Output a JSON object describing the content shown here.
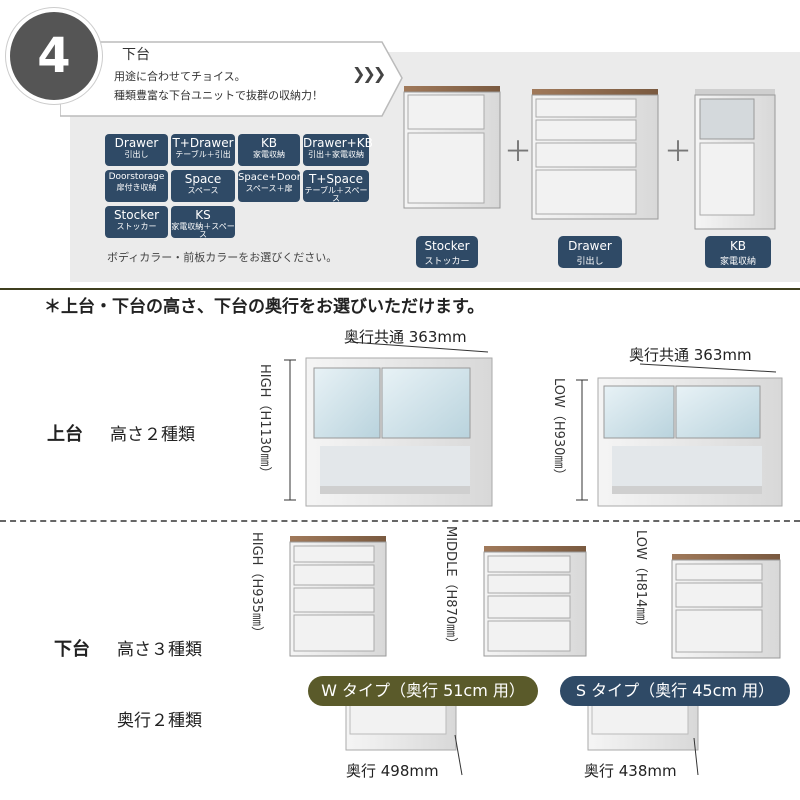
{
  "step": "4",
  "banner": {
    "title": "下台",
    "line1": "用途に合わせてチョイス。",
    "line2": "種類豊富な下台ユニットで抜群の収納力！",
    "chevrons": "❯❯❯"
  },
  "tags": [
    {
      "main": "Drawer",
      "sub": "引出し"
    },
    {
      "main": "T+Drawer",
      "sub": "テーブル＋引出"
    },
    {
      "main": "KB",
      "sub": "家電収納"
    },
    {
      "main": "Drawer+KB",
      "sub": "引出＋家電収納"
    },
    {
      "main": "Doorstorage",
      "sub": "扉付き収納"
    },
    {
      "main": "Space",
      "sub": "スペース"
    },
    {
      "main": "Space+Door",
      "sub": "スペース＋扉"
    },
    {
      "main": "T+Space",
      "sub": "テーブル＋スペース"
    },
    {
      "main": "Stocker",
      "sub": "ストッカー"
    },
    {
      "main": "KS",
      "sub": "家電収納＋スペース"
    }
  ],
  "hint": "ボディカラー・前板カラーをお選びください。",
  "units": [
    {
      "main": "Stocker",
      "sub": "ストッカー"
    },
    {
      "main": "Drawer",
      "sub": "引出し"
    },
    {
      "main": "KB",
      "sub": "家電収納"
    }
  ],
  "plus": "＋",
  "headline": "＊上台・下台の高さ、下台の奥行をお選びいただけます。",
  "upper": {
    "label": "上台",
    "sub": "高さ２種類",
    "depth_left": "奥行共通 363mm",
    "depth_right": "奥行共通 363mm",
    "high": "HIGH（H1130㎜）",
    "low": "LOW（H930㎜）"
  },
  "lower": {
    "label": "下台",
    "sub": "高さ３種類",
    "high": "HIGH（H935㎜）",
    "middle": "MIDDLE（H870㎜）",
    "low": "LOW（H814㎜）"
  },
  "depth": {
    "sub": "奥行２種類",
    "w_type": "W タイプ（奥行 51cm 用）",
    "s_type": "S タイプ（奥行 45cm 用）",
    "w_dim": "奥行 498mm",
    "s_dim": "奥行 438mm"
  }
}
